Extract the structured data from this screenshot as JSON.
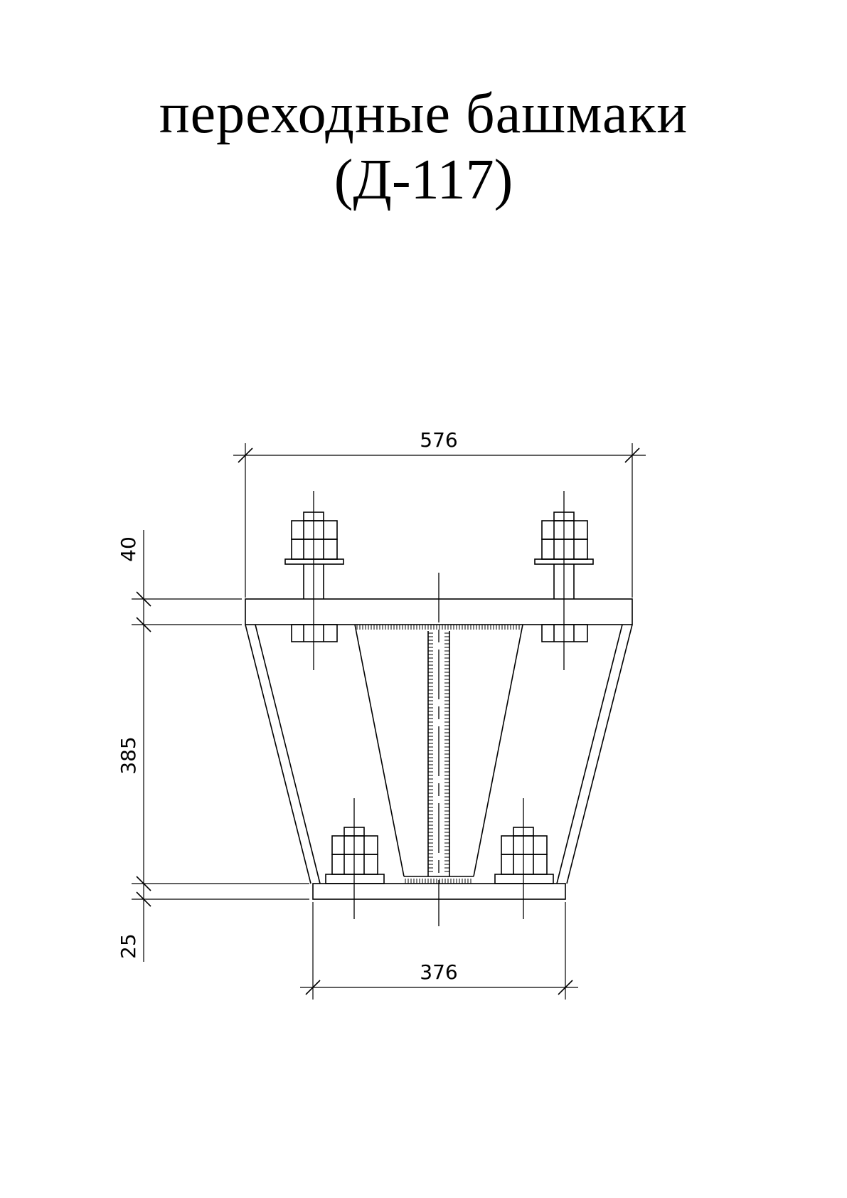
{
  "title": {
    "line1": "переходные башмаки",
    "line2": "(Д-117)"
  },
  "dimensions": {
    "top_width": "576",
    "bottom_width": "376",
    "top_plate": "40",
    "height": "385",
    "bottom_plate": "25"
  }
}
